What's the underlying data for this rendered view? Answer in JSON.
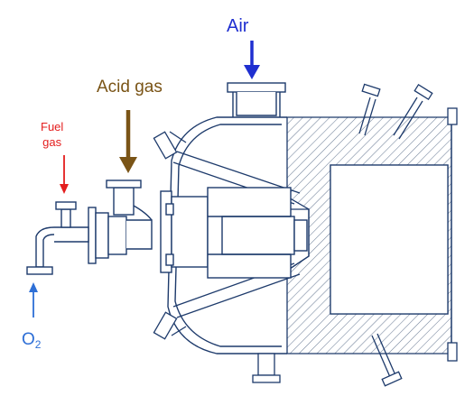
{
  "labels": {
    "air": "Air",
    "acid_gas": "Acid gas",
    "fuel_gas_line1": "Fuel",
    "fuel_gas_line2": "gas",
    "o2_main": "O",
    "o2_sub": "2"
  },
  "colors": {
    "air": "#1f2fd0",
    "acid_gas": "#7a5416",
    "fuel_gas": "#e41e1e",
    "o2": "#2e6fd6",
    "outline": "#1d3a6b",
    "hatch": "#6f7f98"
  }
}
